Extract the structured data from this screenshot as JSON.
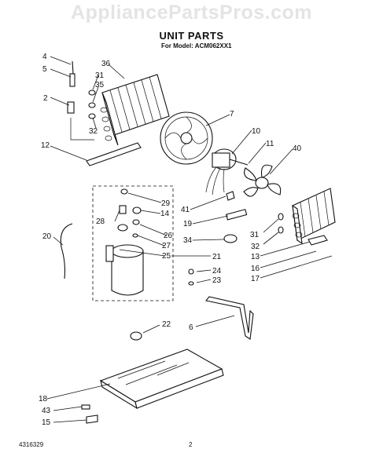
{
  "watermark": "AppliancePartsPros.com",
  "title": "UNIT PARTS",
  "subtitle": "For Model: ACM062XX1",
  "footer": {
    "doc_number": "4316329",
    "page_number": "2"
  },
  "callouts": [
    "4",
    "5",
    "36",
    "31",
    "35",
    "2",
    "32",
    "12",
    "7",
    "10",
    "11",
    "40",
    "29",
    "14",
    "28",
    "26",
    "27",
    "25",
    "20",
    "41",
    "19",
    "34",
    "31",
    "32",
    "13",
    "16",
    "17",
    "21",
    "24",
    "23",
    "6",
    "22",
    "18",
    "43",
    "15"
  ]
}
